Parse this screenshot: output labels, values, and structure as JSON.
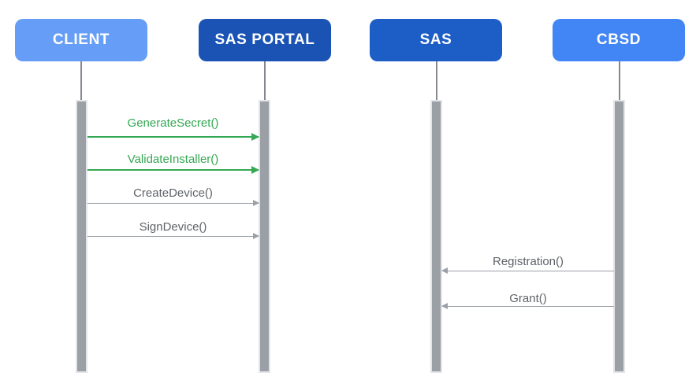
{
  "diagram": {
    "type": "sequence-diagram",
    "actors": [
      {
        "label": "CLIENT",
        "color": "#669DF6"
      },
      {
        "label": "SAS PORTAL",
        "color": "#1A53B3"
      },
      {
        "label": "SAS",
        "color": "#1D5DC6"
      },
      {
        "label": "CBSD",
        "color": "#4285F4"
      }
    ],
    "messages": [
      {
        "label": "GenerateSecret()",
        "from": "CLIENT",
        "to": "SAS PORTAL",
        "direction": "right",
        "text_color": "#34A853",
        "line_color": "#34A853"
      },
      {
        "label": "ValidateInstaller()",
        "from": "CLIENT",
        "to": "SAS PORTAL",
        "direction": "right",
        "text_color": "#34A853",
        "line_color": "#34A853"
      },
      {
        "label": "CreateDevice()",
        "from": "CLIENT",
        "to": "SAS PORTAL",
        "direction": "right",
        "text_color": "#5F6368",
        "line_color": "#9AA0A6"
      },
      {
        "label": "SignDevice()",
        "from": "CLIENT",
        "to": "SAS PORTAL",
        "direction": "right",
        "text_color": "#5F6368",
        "line_color": "#9AA0A6"
      },
      {
        "label": "Registration()",
        "from": "CBSD",
        "to": "SAS",
        "direction": "left",
        "text_color": "#5F6368",
        "line_color": "#9AA0A6"
      },
      {
        "label": "Grant()",
        "from": "CBSD",
        "to": "SAS",
        "direction": "left",
        "text_color": "#5F6368",
        "line_color": "#9AA0A6"
      }
    ],
    "colors": {
      "background": "#FFFFFF",
      "lifeline": "#85898F",
      "activation_bar": "#9AA0A6",
      "activation_bar_border": "#E3E5E8",
      "green_accent": "#34A853",
      "gray_line": "#9AA0A6",
      "gray_text": "#5F6368",
      "actor_text": "#FFFFFF"
    }
  }
}
